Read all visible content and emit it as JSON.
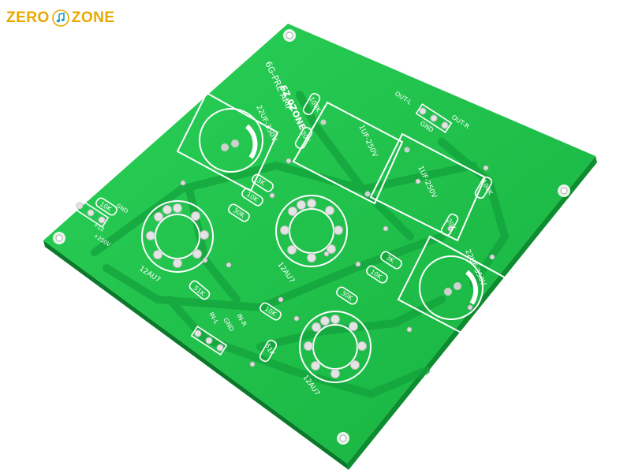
{
  "logo": {
    "left": "ZERO",
    "right": "ZONE",
    "brand_color": "#e8a800"
  },
  "board": {
    "color": "#1ec24a",
    "edge_color": "#0a7a2a",
    "silkscreen_color": "#ffffff",
    "title_lines": [
      "6Z.0ZONE",
      "6G-PRE AMP"
    ],
    "capacitor_labels": [
      "22UF-350V",
      "22UF-350V"
    ],
    "film_cap_labels": [
      "1UF-250V",
      "1UF-250V"
    ],
    "tube_labels": [
      "12AU7",
      "12AU7",
      "12AU7"
    ],
    "resistor_labels": [
      "100K",
      "20K",
      "3K",
      "10K",
      "30K",
      "10K",
      "51K",
      "3K",
      "10K",
      "30K",
      "51K",
      "100K",
      "20K",
      "10K"
    ],
    "output_labels": [
      "OUT-L",
      "GND",
      "OUT-R"
    ],
    "input_labels": [
      "IN-R",
      "GND",
      "IN-L"
    ],
    "power_labels": [
      "GND",
      "+12",
      "+250V"
    ]
  }
}
